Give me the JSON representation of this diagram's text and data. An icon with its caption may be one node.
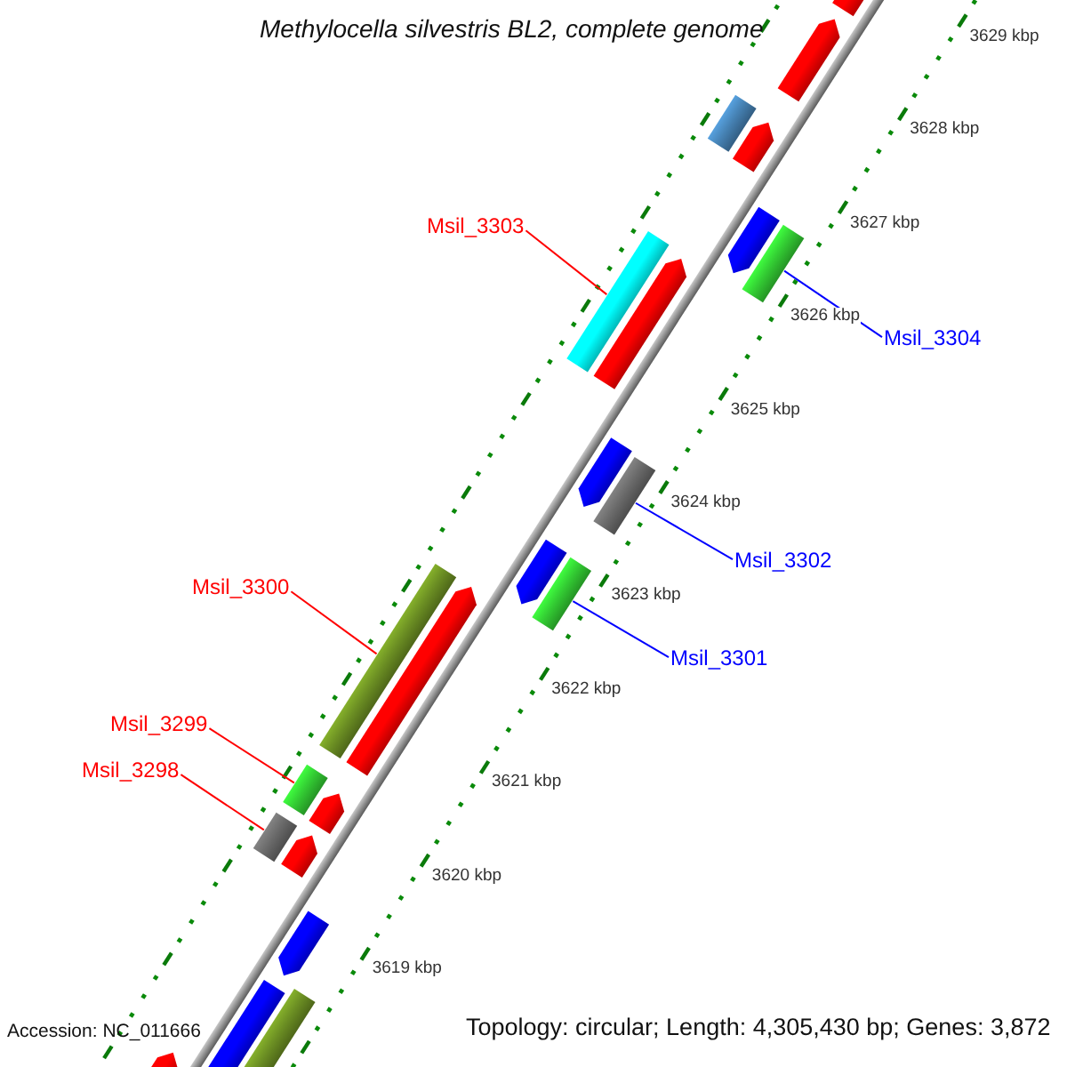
{
  "diagram": {
    "title": "Methylocella silvestris BL2, complete genome",
    "nodes": [
      {
        "text": [],
        "shape": "arrow"
      },
      {
        "text": [],
        "shape": "arrow"
      },
      {
        "text": [],
        "shape": "bar"
      },
      {
        "text": [],
        "shape": "arrow"
      },
      {
        "text": [],
        "shape": "arrow"
      },
      {
        "text": [],
        "shape": "bar"
      },
      {
        "text": [],
        "shape": "bar"
      },
      {
        "text": [],
        "shape": "arrow"
      },
      {
        "text": [],
        "shape": "arrow"
      },
      {
        "text": [],
        "shape": "bar"
      },
      {
        "text": [],
        "shape": "arrow"
      },
      {
        "text": [],
        "shape": "bar"
      },
      {
        "text": [],
        "shape": "bar"
      },
      {
        "text": [],
        "shape": "arrow"
      },
      {
        "text": [],
        "shape": "bar"
      },
      {
        "text": [],
        "shape": "arrow"
      },
      {
        "text": [],
        "shape": "bar"
      },
      {
        "text": [],
        "shape": "arrow"
      },
      {
        "text": [],
        "shape": "arrow"
      },
      {
        "text": [],
        "shape": "arrow"
      },
      {
        "text": [],
        "shape": "bar"
      },
      {
        "text": [],
        "shape": "arrow"
      },
      {
        "text": [
          "Msil_3303"
        ]
      },
      {
        "text": [
          "Msil_3304"
        ]
      },
      {
        "text": [
          "Msil_3302"
        ]
      },
      {
        "text": [
          "Msil_3301"
        ]
      },
      {
        "text": [
          "Msil_3300"
        ]
      },
      {
        "text": [
          "Msil_3299"
        ]
      },
      {
        "text": [
          "Msil_3298"
        ]
      }
    ],
    "edges": [
      {
        "from": 22,
        "to": 6,
        "arrow": "none"
      },
      {
        "from": 23,
        "to": 5,
        "arrow": "none",
        "color": "#0000ff"
      },
      {
        "from": 24,
        "to": 9,
        "arrow": "none",
        "color": "#0000ff"
      },
      {
        "from": 25,
        "to": 11,
        "arrow": "none",
        "color": "#0000ff"
      },
      {
        "from": 26,
        "to": 12,
        "arrow": "none"
      },
      {
        "from": 27,
        "to": 14,
        "arrow": "none"
      },
      {
        "from": 28,
        "to": 16,
        "arrow": "none"
      }
    ],
    "labels": [
      "3629 kbp",
      "3628 kbp",
      "3627 kbp",
      "3626 kbp",
      "3625 kbp",
      "3624 kbp",
      "3623 kbp",
      "3622 kbp",
      "3621 kbp",
      "3620 kbp",
      "3619 kbp",
      "Accession: NC_011666",
      "Topology: circular; Length: 4,305,430 bp; Genes: 3,872"
    ]
  }
}
